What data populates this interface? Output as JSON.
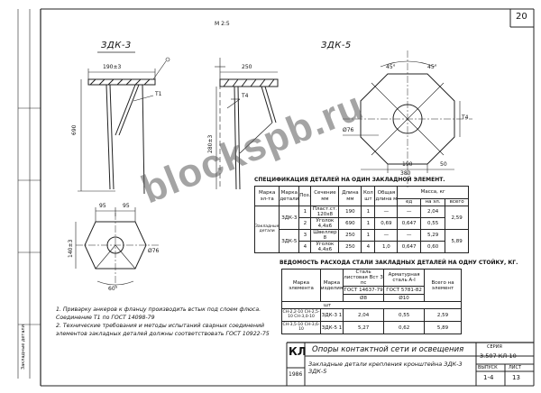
{
  "scale": "M 2:5",
  "sheet_number": "20",
  "views": {
    "zdk3": {
      "title": "ЗДК-3",
      "dims": [
        "190±3",
        "690",
        "T1"
      ]
    },
    "mid": {
      "dims": [
        "250",
        "T4",
        "280±3"
      ]
    },
    "zdk5": {
      "title": "ЗДК-5",
      "dims": [
        "45°",
        "45°",
        "Ø76",
        "190",
        "50",
        "380",
        "T4"
      ]
    },
    "bottom": {
      "dims": [
        "95",
        "95",
        "140±3",
        "Ø76",
        "60°"
      ]
    }
  },
  "spec": {
    "title": "СПЕЦИФИКАЦИЯ ДЕТАЛЕЙ НА ОДИН ЗАКЛАДНОЙ ЭЛЕМЕНТ.",
    "headers": [
      "Марка эл-та",
      "Марка детали",
      "Поз.",
      "Сечение мм",
      "Длина мм",
      "Кол шт",
      "Общая длина м",
      "Масса, кг",
      "ед",
      "на эл.",
      "всего"
    ],
    "rows": [
      [
        "ЗДК-3",
        "1",
        "Пласт.ст. 120х8",
        "190",
        "1",
        "—",
        "—",
        "2,04",
        "2,59"
      ],
      [
        "",
        "2",
        "Уголок 4,4х6",
        "690",
        "1",
        "0,69",
        "0,647",
        "0,55",
        ""
      ],
      [
        "ЗДК-5",
        "3",
        "Швеллер 8",
        "250",
        "1",
        "—",
        "—",
        "5,29",
        "5,89"
      ],
      [
        "",
        "4",
        "Уголок 4,4х6",
        "250",
        "4",
        "1,0",
        "0,647",
        "0,60",
        ""
      ]
    ],
    "side_label": "Закладные детали"
  },
  "consumption": {
    "title": "ВЕДОМОСТЬ РАСХОДА СТАЛИ ЗАКЛАДНЫХ ДЕТАЛЕЙ НА ОДНУ СТОЙКУ, КГ.",
    "headers": [
      "Марка элемента",
      "Марка изделия",
      "Сталь листовая Вст 3 пс",
      "Арматурная сталь А-I",
      "Всего на элемент"
    ],
    "subheaders": [
      "ГОСТ 14637-79",
      "ГОСТ 5781-82"
    ],
    "units": [
      "шт",
      "Ø8",
      "Ø10"
    ],
    "rows": [
      [
        "СН-2,2-10 СН-2,5-10 СН-3,0-10",
        "ЗДК-3 1",
        "2,04",
        "0,55",
        "2,59"
      ],
      [
        "СН-3,5-10 СН-3,6-10",
        "ЗДК-5 1",
        "5,27",
        "0,62",
        "5,89"
      ]
    ]
  },
  "notes": [
    "1. Приварку анкеров к фланцу производить встык под слоем флюса. Соединение Т1 по ГОСТ 14098-79",
    "2. Технические требования и методы испытаний сварных соединений элементов закладных деталей должны соответствовать ГОСТ 10922-75"
  ],
  "title_block": {
    "code": "КЛ",
    "year": "1986",
    "name1": "Опоры контактной сети и освещения",
    "name2": "Закладные детали крепления кронштейна ЗДК-3  ЗДК-5",
    "series_label": "СЕРИЯ",
    "series": "3.507 КЛ-10",
    "issue_label": "ВЫПУСК",
    "issue": "1-4",
    "sheet_label": "ЛИСТ",
    "sheet": "13"
  },
  "watermark": "blockspb.ru"
}
